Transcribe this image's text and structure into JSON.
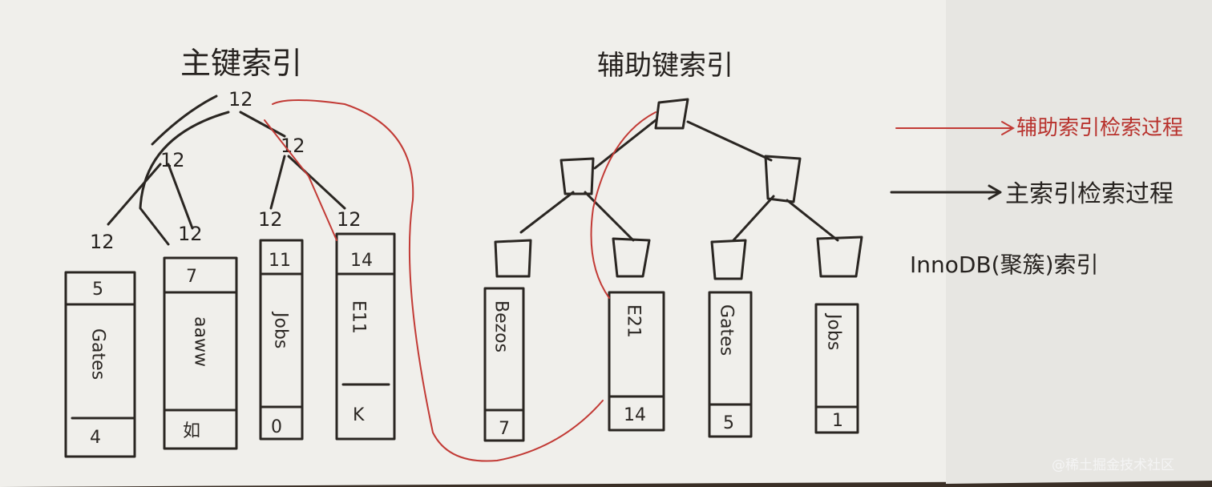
{
  "titles": {
    "primary_index": "主键索引",
    "secondary_index": "辅助键索引"
  },
  "legend": {
    "red_line": "辅助索引检索过程",
    "black_line": "主索引检索过程",
    "engine": "InnoDB(聚簇)索引"
  },
  "primary_tree": {
    "root": "12",
    "level2": [
      "12",
      "12"
    ],
    "level3": [
      "12",
      "12",
      "12",
      "12"
    ],
    "leaves": [
      {
        "id": "5",
        "name": "Gates",
        "value": "4"
      },
      {
        "id": "7",
        "name": "aaww",
        "value": "如"
      },
      {
        "id": "11",
        "name": "Jobs",
        "value": "0"
      },
      {
        "id": "14",
        "name": "E11",
        "value": "K"
      }
    ]
  },
  "secondary_tree": {
    "leaves": [
      {
        "name": "Bezos",
        "pk": "7"
      },
      {
        "name": "E21",
        "pk": "14"
      },
      {
        "name": "Gates",
        "pk": "5"
      },
      {
        "name": "Jobs",
        "pk": "1"
      }
    ]
  },
  "watermark": "@稀土掘金技术社区",
  "colors": {
    "paper": "#f0efeb",
    "ink": "#2a2622",
    "red": "#c23a35"
  }
}
